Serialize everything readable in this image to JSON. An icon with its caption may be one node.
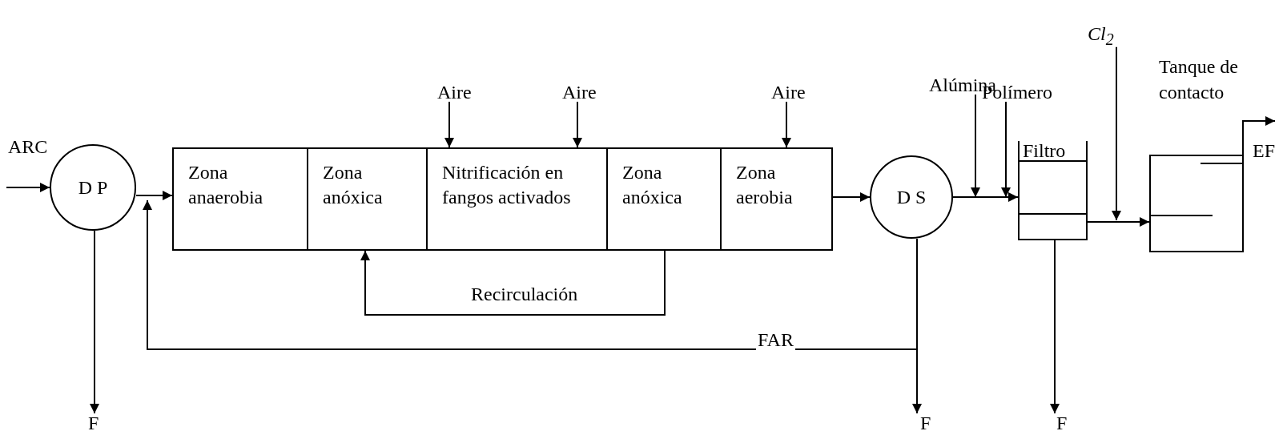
{
  "diagram": {
    "nodes": [
      {
        "text": [
          "D P"
        ]
      },
      {
        "text": [
          "Zona anaerobia"
        ]
      },
      {
        "text": [
          "Zona anóxica"
        ]
      },
      {
        "text": [
          "Nitrificación en fangos activados"
        ]
      },
      {
        "text": [
          "Zona anóxica"
        ]
      },
      {
        "text": [
          "Zona aerobia"
        ]
      },
      {
        "text": [
          "D S"
        ]
      },
      {
        "text": [
          "Filtro"
        ]
      },
      {
        "text": [
          "Tanque de contacto"
        ]
      },
      {
        "text": [
          "Aire"
        ]
      },
      {
        "text": [
          "Aire"
        ]
      },
      {
        "text": [
          "Aire"
        ]
      },
      {
        "text": [
          "Alúmina"
        ]
      },
      {
        "text": [
          "Polímero"
        ]
      },
      {
        "text": [
          "Cl$_{2}$"
        ]
      },
      {
        "text": [
          "F"
        ]
      },
      {
        "text": [
          "F"
        ]
      },
      {
        "text": [
          "F"
        ]
      },
      {
        "text": [
          "EF"
        ]
      }
    ],
    "edges": [
      {
        "from": null,
        "to": 0,
        "arrow": "to",
        "label": "ARC"
      },
      {
        "from": 0,
        "to": 1,
        "arrow": "to"
      },
      {
        "from": 9,
        "to": 3,
        "arrow": "to"
      },
      {
        "from": 10,
        "to": 3,
        "arrow": "to"
      },
      {
        "from": 11,
        "to": 5,
        "arrow": "to"
      },
      {
        "from": 4,
        "to": 2,
        "arrow": "to",
        "label": "Recirculación"
      },
      {
        "from": 5,
        "to": 6,
        "arrow": "to"
      },
      {
        "from": 6,
        "to": 0,
        "arrow": "to",
        "label": "FAR"
      },
      {
        "from": 0,
        "to": 15,
        "arrow": "to"
      },
      {
        "from": 6,
        "to": 16,
        "arrow": "to"
      },
      {
        "from": 6,
        "to": 7,
        "arrow": "to"
      },
      {
        "from": 12,
        "to": 6,
        "arrow": "to"
      },
      {
        "from": 13,
        "to": 7,
        "arrow": "to"
      },
      {
        "from": 7,
        "to": 8,
        "arrow": "to"
      },
      {
        "from": 14,
        "to": 7,
        "arrow": "to"
      },
      {
        "from": 8,
        "to": 18,
        "arrow": "to"
      },
      {
        "from": 7,
        "to": 17,
        "arrow": "to"
      }
    ]
  }
}
